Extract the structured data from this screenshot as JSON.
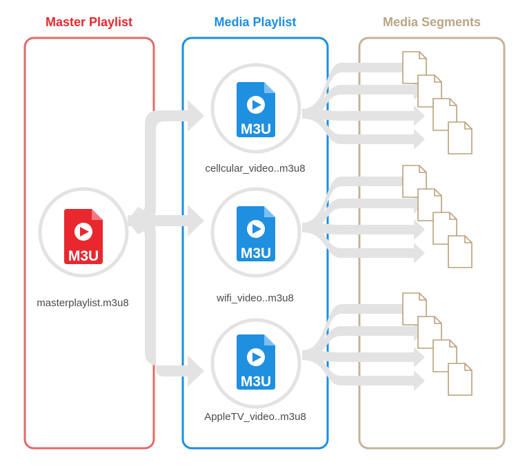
{
  "colors": {
    "master": "#e06b6b",
    "master_icon": "#e8282e",
    "media": "#1b8ee0",
    "media_icon": "#1f8fe0",
    "segments": "#c4b39a",
    "segment_stroke": "#b8a07a",
    "flow": "#e3e3e3"
  },
  "columns": {
    "master": {
      "title": "Master Playlist"
    },
    "media": {
      "title": "Media Playlist"
    },
    "segments": {
      "title": "Media Segments"
    }
  },
  "master_file": {
    "label": "masterplaylist.m3u8",
    "badge": "M3U",
    "icon": "m3u-file-icon"
  },
  "media_files": [
    {
      "label": "cellcular_video..m3u8",
      "badge": "M3U",
      "icon": "m3u-file-icon"
    },
    {
      "label": "wifi_video..m3u8",
      "badge": "M3U",
      "icon": "m3u-file-icon"
    },
    {
      "label": "AppleTV_video..m3u8",
      "badge": "M3U",
      "icon": "m3u-file-icon"
    }
  ],
  "segment_groups": [
    {
      "icon": "document-icon",
      "count": 4
    },
    {
      "icon": "document-icon",
      "count": 4
    },
    {
      "icon": "document-icon",
      "count": 4
    }
  ]
}
